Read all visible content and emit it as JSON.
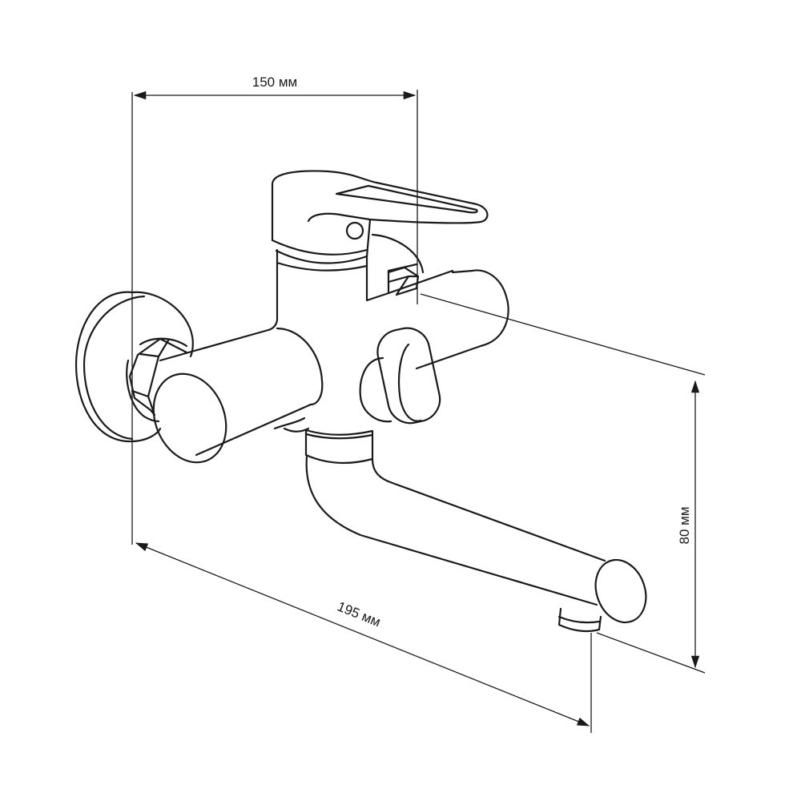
{
  "dimensions": {
    "width_top": "150 мм",
    "height_right": "80 мм",
    "length_bottom": "195 мм"
  },
  "colors": {
    "line": "#1a1a1a",
    "background": "#ffffff"
  }
}
